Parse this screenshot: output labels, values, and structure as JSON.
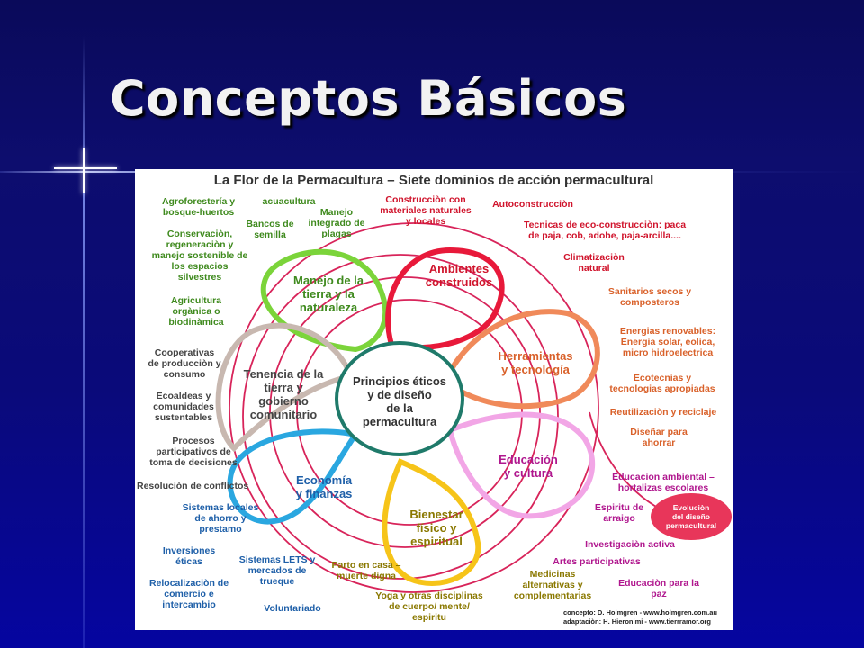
{
  "slide": {
    "title": "Conceptos Básicos"
  },
  "figure": {
    "title": "La Flor de la Permacultura – Siete dominios de acción permacultural",
    "center": "Principios éticos\ny de diseño\nde la\npermacultura",
    "petals": {
      "land": "Manejo de la\ntierra y la\nnaturaleza",
      "built": "Ambientes\nconstruidos",
      "tools": "Herramientas\ny tecnología",
      "education": "Educación\ny cultura",
      "health": "Bienestar\nfísico y\nespiritual",
      "economy": "Economía\ny finanzas",
      "tenure": "Tenencia de la\ntierra y\ngobierno\ncomunitario"
    },
    "labels": {
      "agroforestry": "Agroforestería y\nbosque-huertos",
      "aquaculture": "acuacultura",
      "conservation": "Conservaciòn,\nregeneraciòn y\nmanejo sostenible de\nlos espacios\nsilvestres",
      "organic": "Agricultura\norgànica o\nbiodinàmica",
      "seedbanks": "Bancos de\nsemilla",
      "pests": "Manejo\nintegrado de\nplagas",
      "materials": "Construcciòn con\nmateriales naturales\ny locales",
      "selfbuild": "Autoconstrucciòn",
      "ecobuild": "Tecnicas de eco-construcciòn: paca\nde paja, cob, adobe, paja-arcilla....",
      "climate": "Climatizaciòn\nnatural",
      "toilets": "Sanitarios secos y\ncomposteros",
      "energy": "Energias renovables:\nEnergia solar, eolica,\nmicro hidroelectrica",
      "ecotech": "Ecotecnias y\ntecnologias apropiadas",
      "recycle": "Reutilizaciòn y reciclaje",
      "design": "Diseñar para\nahorrar",
      "enved": "Educacion ambiental –\nhortalizas escolares",
      "rootedness": "Espiritu de\narraigo",
      "research": "Investigaciòn activa",
      "arts": "Artes participativas",
      "medicine": "Medicinas\nalternativas y\ncomplementarias",
      "peace": "Educaciòn para la\npaz",
      "yoga": "Yoga y otras disciplinas\nde cuerpo/ mente/\nespiritu",
      "birth": "Parto en casa –\nmuerte digna",
      "lets": "Sistemas LETS y\nmercados de\ntrueque",
      "volunteer": "Voluntariado",
      "local_savings": "Sistemas locales\nde ahorro y\nprestamo",
      "ethical_inv": "Inversiones\néticas",
      "relocal": "Relocalizaciòn de\ncomercio e\nintercambio",
      "coops": "Cooperativas\nde producciòn y\nconsumo",
      "ecovillages": "Ecoaldeas y\ncomunidades\nsustentables",
      "participatory": "Procesos\nparticipativos de\ntoma de decisiones",
      "conflict": "Resoluciòn de conflictos"
    },
    "badge": "Evoluciòn\ndel diseño\npermacultural",
    "credits": {
      "concept": "concepto: D. Holmgren - www.holmgren.com.au",
      "adaptation": "adaptaciòn: H. Hieronimi - www.tierrramor.org"
    },
    "colors": {
      "land": "#7bd43a",
      "built": "#e8193a",
      "tools": "#f08a5a",
      "education": "#f2a6e6",
      "health": "#f6c419",
      "economy": "#2aa7e0",
      "tenure": "#c8b8b0",
      "center": "#1f7a6a",
      "spiral": "#d8245a"
    }
  }
}
